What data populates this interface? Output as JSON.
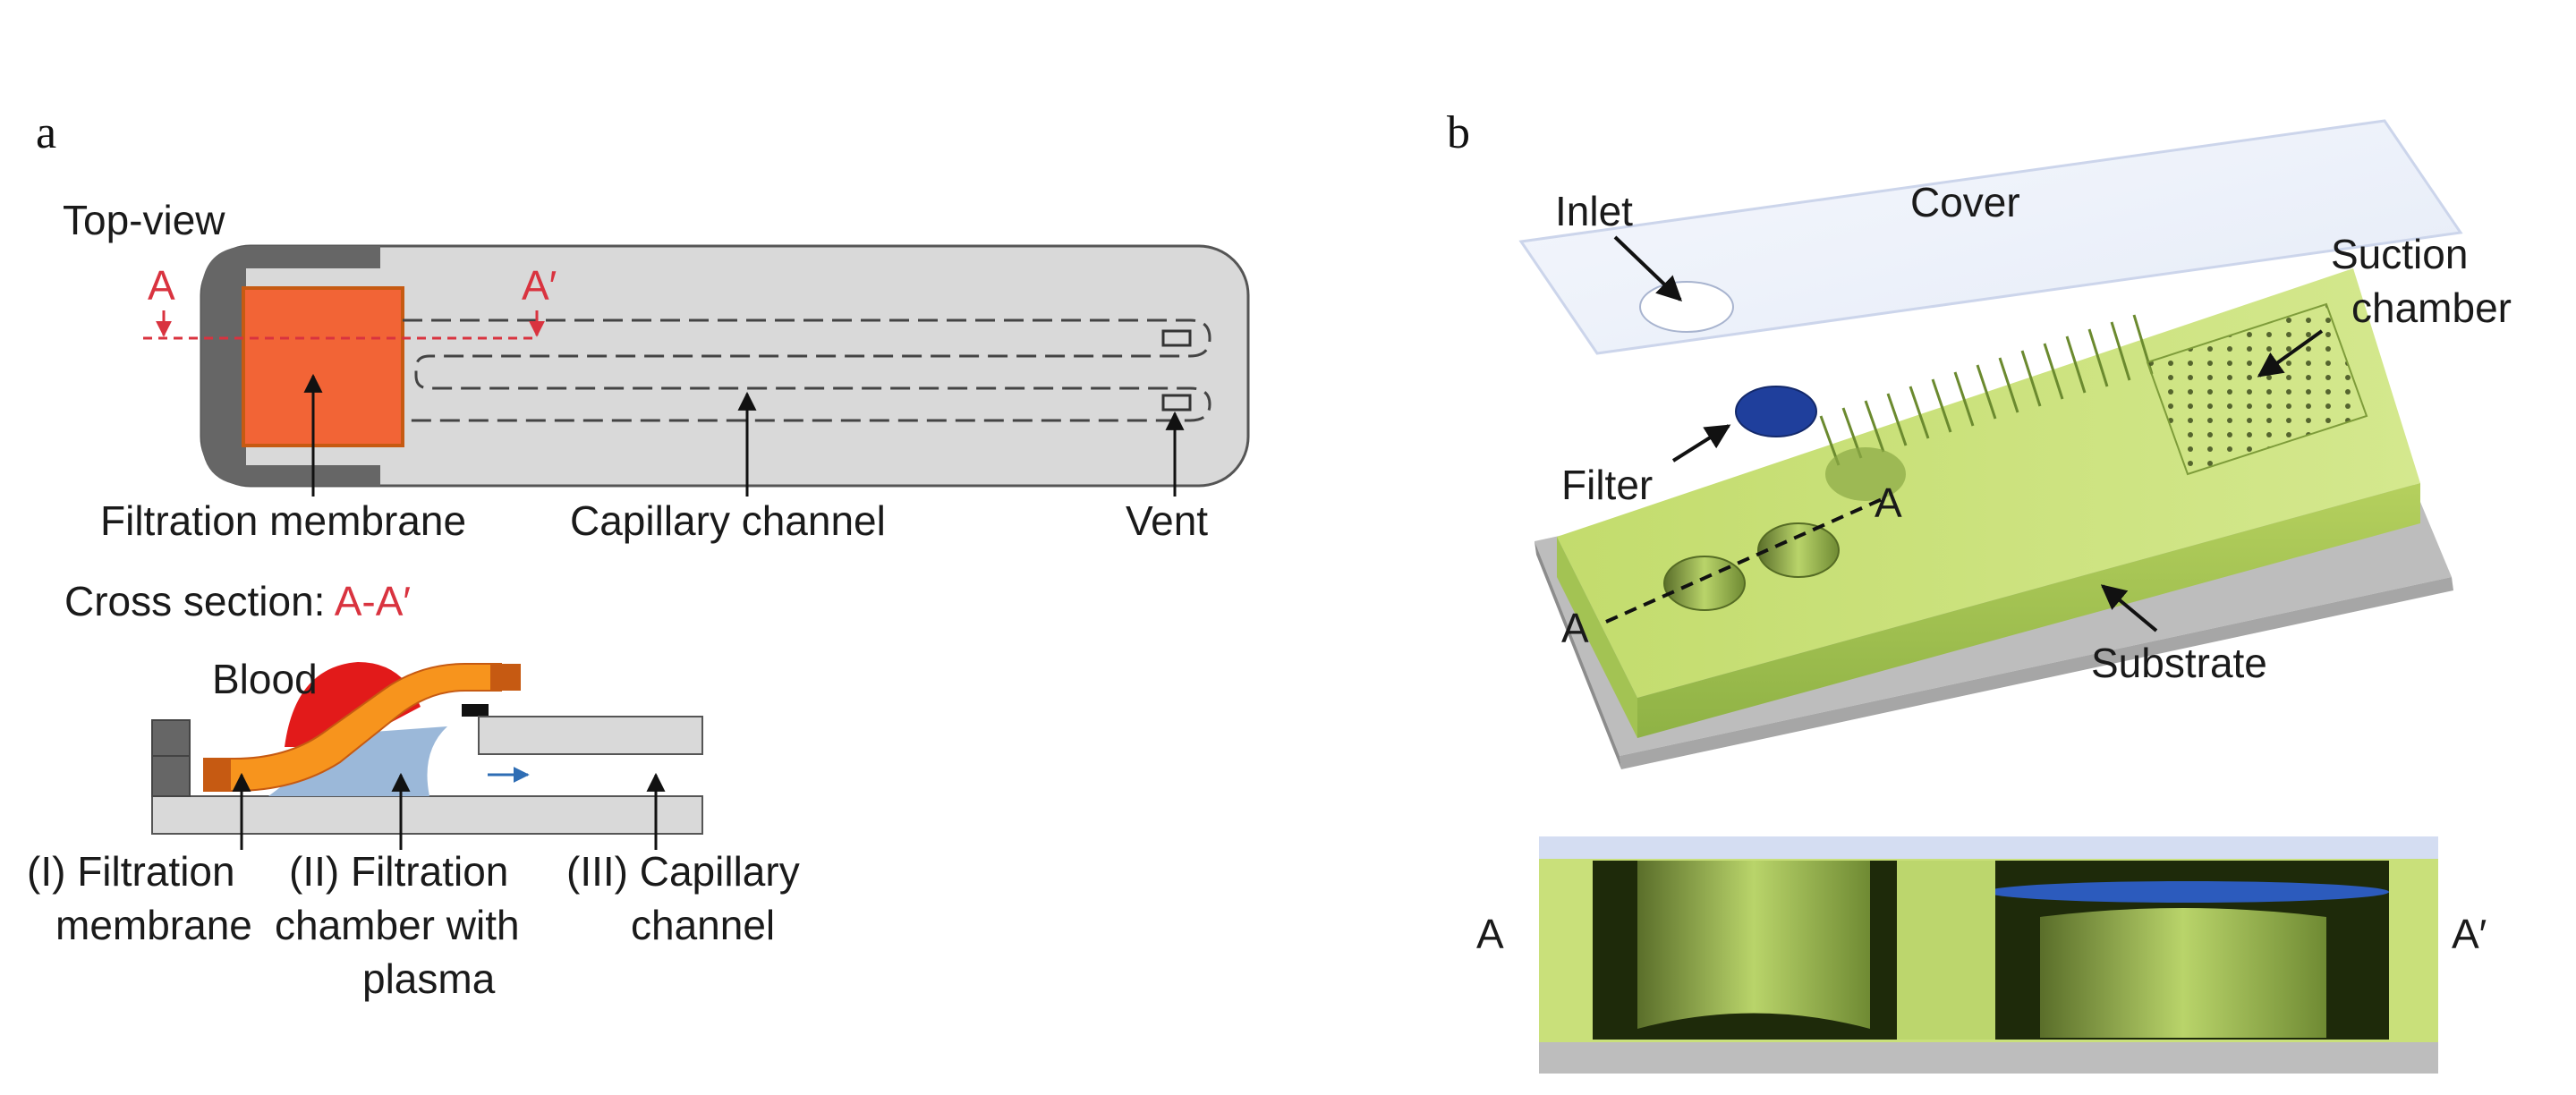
{
  "panel_a": {
    "letter": "a",
    "top_view": {
      "title": "Top-view",
      "marker_a": "A",
      "marker_a_prime": "A′",
      "labels": {
        "membrane": "Filtration membrane",
        "channel": "Capillary channel",
        "vent": "Vent"
      }
    },
    "cross_section": {
      "title_prefix": "Cross section: ",
      "title_highlight": "A-A′",
      "blood": "Blood",
      "label_1_line1": "(I) Filtration",
      "label_1_line2": "membrane",
      "label_2_line1": "(II) Filtration",
      "label_2_line2": "chamber with",
      "label_2_line3": "plasma",
      "label_3_line1": "(III) Capillary",
      "label_3_line2": "channel"
    },
    "colors": {
      "membrane": "#f26436",
      "blood": "#e21a1a",
      "plasma": "#9bb8d9",
      "membrane_strip": "#f7941d",
      "membrane_edge": "#c65a12",
      "body": "#d9d9d9",
      "dark": "#666666",
      "marker": "#d9333f",
      "flow_arrow": "#2e6db4"
    }
  },
  "panel_b": {
    "letter": "b",
    "labels": {
      "inlet": "Inlet",
      "cover": "Cover",
      "suction_line1": "Suction",
      "suction_line2": "chamber",
      "filter": "Filter",
      "substrate": "Substrate",
      "a": "A",
      "a_prime_top": "A",
      "a_left": "A",
      "a_right": "A′"
    },
    "colors": {
      "chip_green": "#c9e07a",
      "chip_green_dark": "#a4c25a",
      "cover": "#eef2fb",
      "filter_blue": "#1f3f9c",
      "substrate": "#bdbdbd"
    }
  }
}
